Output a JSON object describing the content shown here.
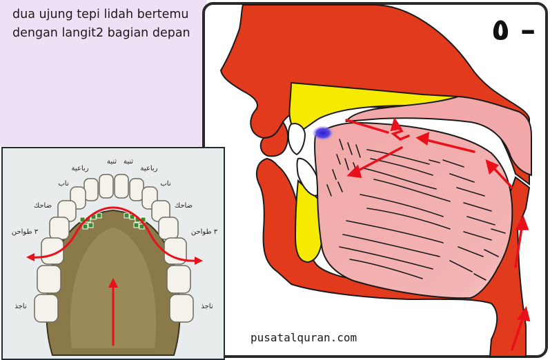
{
  "caption": {
    "line1": "dua ujung tepi lidah bertemu",
    "line2": "dengan langit2 bagian depan"
  },
  "diagram_number": "٥ –",
  "watermark": "pusatalquran.com",
  "teeth_labels": {
    "thaniyah_left": "ثنية",
    "thaniyah_right": "ثنية",
    "rubaiyah_left": "رباعية",
    "rubaiyah_right": "رباعية",
    "nab_left": "ناب",
    "nab_right": "ناب",
    "dahik_left": "ضاحك",
    "dahik_right": "ضاحك",
    "tawahin_left": "٣ طواحن",
    "tawahin_right": "٣ طواحن",
    "najidh_left": "ناجذ",
    "najidh_right": "ناجذ"
  },
  "colors": {
    "caption_background": "#eee1f6",
    "tissue_red": "#e23a1c",
    "tongue_pink": "#f2a8a8",
    "bone_yellow": "#f6ea00",
    "arrow_red": "#e8101a",
    "contact_point_blue": "#3a2ad8"
  }
}
